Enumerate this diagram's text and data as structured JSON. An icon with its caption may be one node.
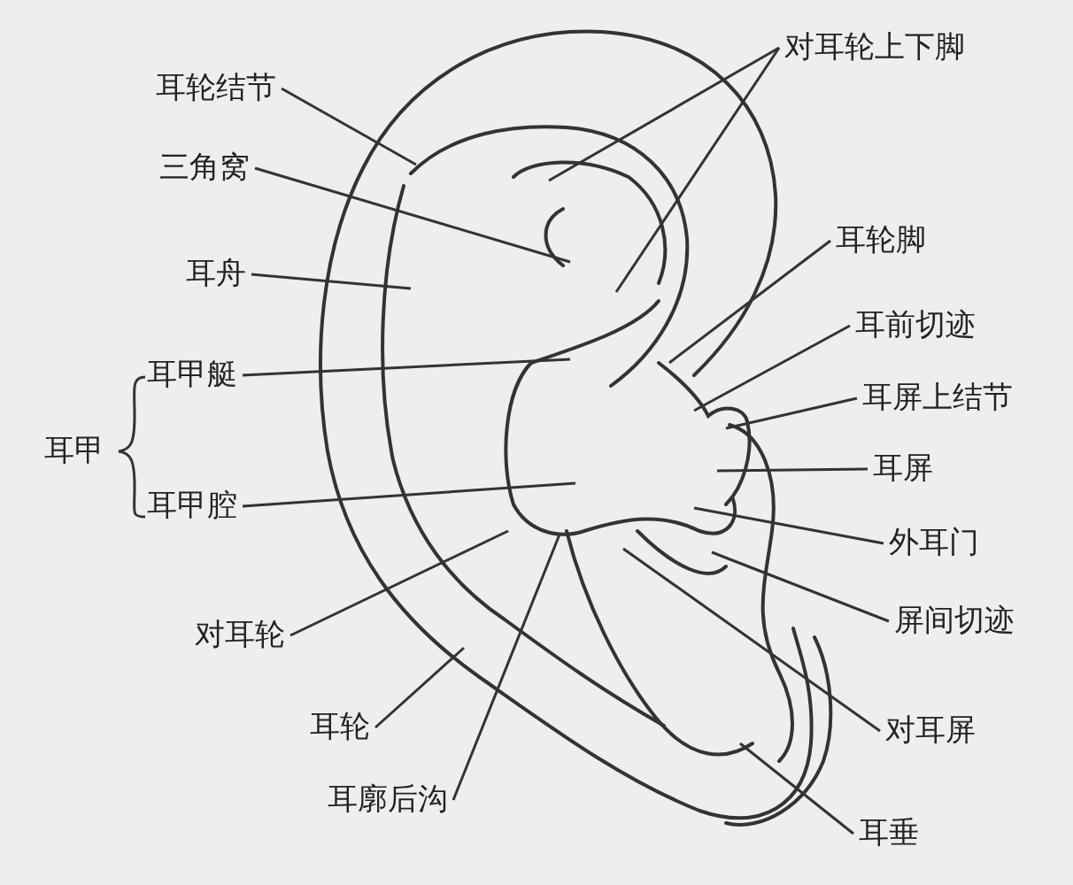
{
  "diagram": {
    "nodes": [
      {
        "text": [
          "耳轮结节"
        ]
      },
      {
        "text": [
          "对耳轮上下脚"
        ]
      },
      {
        "text": [
          "三角窝"
        ]
      },
      {
        "text": [
          "耳轮脚"
        ]
      },
      {
        "text": [
          "耳舟"
        ]
      },
      {
        "text": [
          "耳前切迹"
        ]
      },
      {
        "text": [
          "耳甲艇"
        ]
      },
      {
        "text": [
          "耳屏上结节"
        ]
      },
      {
        "text": [
          "耳屏"
        ]
      },
      {
        "text": [
          "耳甲腔"
        ]
      },
      {
        "text": [
          "外耳门"
        ]
      },
      {
        "text": [
          "对耳轮"
        ]
      },
      {
        "text": [
          "屏间切迹"
        ]
      },
      {
        "text": [
          "耳轮"
        ]
      },
      {
        "text": [
          "对耳屏"
        ]
      },
      {
        "text": [
          "耳廓后沟"
        ]
      },
      {
        "text": [
          "耳垂"
        ]
      }
    ],
    "edges": [
      {
        "from": 0,
        "to": null,
        "arrow": "none"
      },
      {
        "from": 1,
        "to": null,
        "arrow": "none"
      },
      {
        "from": 1,
        "to": null,
        "arrow": "none"
      },
      {
        "from": 2,
        "to": null,
        "arrow": "none"
      },
      {
        "from": 3,
        "to": null,
        "arrow": "none"
      },
      {
        "from": 4,
        "to": null,
        "arrow": "none"
      },
      {
        "from": 5,
        "to": null,
        "arrow": "none"
      },
      {
        "from": 6,
        "to": null,
        "arrow": "none"
      },
      {
        "from": 7,
        "to": null,
        "arrow": "none"
      },
      {
        "from": 8,
        "to": null,
        "arrow": "none"
      },
      {
        "from": 9,
        "to": null,
        "arrow": "none"
      },
      {
        "from": 10,
        "to": null,
        "arrow": "none"
      },
      {
        "from": 11,
        "to": null,
        "arrow": "none"
      },
      {
        "from": 12,
        "to": null,
        "arrow": "none"
      },
      {
        "from": 13,
        "to": null,
        "arrow": "none"
      },
      {
        "from": 14,
        "to": null,
        "arrow": "none"
      },
      {
        "from": 15,
        "to": null,
        "arrow": "none"
      },
      {
        "from": 16,
        "to": null,
        "arrow": "none"
      }
    ],
    "labels": [
      "耳甲"
    ]
  }
}
